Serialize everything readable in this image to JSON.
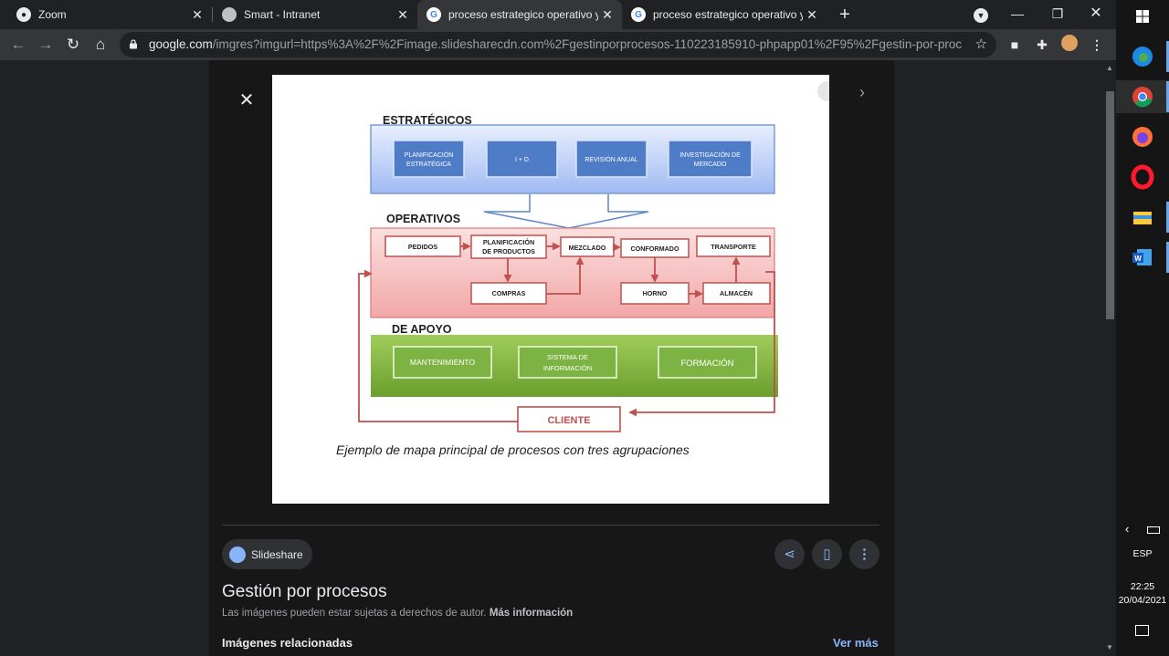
{
  "browser": {
    "tabs": [
      {
        "title": "Zoom",
        "close": "✕",
        "icon": "zoom-icon"
      },
      {
        "title": "Smart - Intranet",
        "close": "✕",
        "icon": "globe-icon"
      },
      {
        "title": "proceso estrategico operativo y c",
        "close": "✕",
        "icon": "google-icon"
      },
      {
        "title": "proceso estrategico operativo y c",
        "close": "✕",
        "icon": "google-icon"
      }
    ],
    "new_tab": "+",
    "url_host": "google.com",
    "url_path": "/imgres?imgurl=https%3A%2F%2Fimage.slidesharecdn.com%2Fgestinporprocesos-110223185910-phpapp01%2F95%2Fgestin-por-procesos..."
  },
  "viewer": {
    "source": "Slideshare",
    "title": "Gestión por procesos",
    "copyright": "Las imágenes pueden estar sujetas a derechos de autor.",
    "more_info": "Más información",
    "related": "Imágenes relacionadas",
    "see_more": "Ver más"
  },
  "diagram": {
    "estrategicos": {
      "label": "ESTRATÉGICOS",
      "boxes": [
        [
          "PLANIFICACIÓN",
          "ESTRATÉGICA"
        ],
        [
          "I + D"
        ],
        [
          "REVISIÓN ANUAL"
        ],
        [
          "INVESTIGACIÓN DE",
          "MERCADO"
        ]
      ]
    },
    "operativos": {
      "label": "OPERATIVOS",
      "pedidos": "PEDIDOS",
      "planificacion": [
        "PLANIFICACIÓN",
        "DE PRODUCTOS"
      ],
      "mezclado": "MEZCLADO",
      "conformado": "CONFORMADO",
      "transporte": "TRANSPORTE",
      "compras": "COMPRAS",
      "horno": "HORNO",
      "almacen": "ALMACÉN"
    },
    "apoyo": {
      "label": "DE APOYO",
      "boxes": [
        [
          "MANTENIMIENTO"
        ],
        [
          "SISTEMA DE",
          "INFORMACIÓN"
        ],
        [
          "FORMACIÓN"
        ]
      ]
    },
    "cliente": "CLIENTE",
    "caption": "Ejemplo de mapa principal de procesos con tres agrupaciones"
  },
  "taskbar": {
    "language": "ESP",
    "time": "22:25",
    "date": "20/04/2021"
  }
}
